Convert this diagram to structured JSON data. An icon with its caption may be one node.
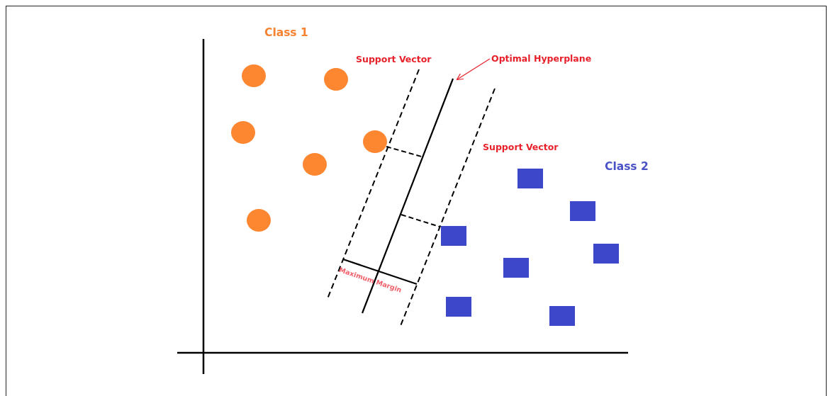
{
  "diagram": {
    "nodes": [
      {
        "text": [
          "Optimal Hyperplane"
        ]
      },
      {
        "text": [],
        "shape": "line"
      }
    ],
    "edges": [
      {
        "from": 0,
        "to": 1,
        "arrow": "to"
      }
    ],
    "labels": [
      "Class 1",
      "Support Vector",
      "Support Vector",
      "Class 2",
      "Maximum Margin"
    ]
  }
}
